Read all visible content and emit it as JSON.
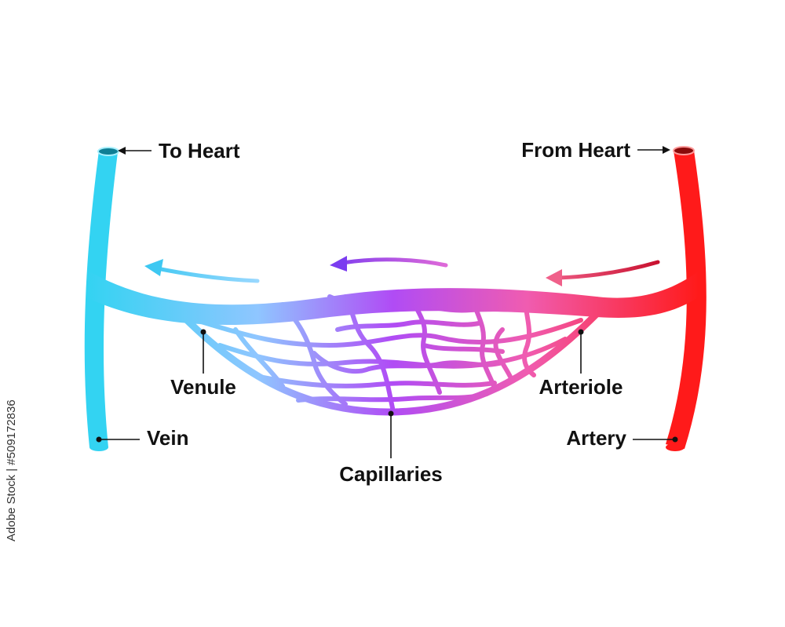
{
  "labels": {
    "to_heart": "To Heart",
    "from_heart": "From Heart",
    "venule": "Venule",
    "arteriole": "Arteriole",
    "vein": "Vein",
    "artery": "Artery",
    "capillaries": "Capillaries"
  },
  "stock_id": "Adobe Stock | #509172836",
  "colors": {
    "vein": "#33d3f2",
    "artery": "#ff1a1a",
    "capillary_mid": "#b04cf5",
    "capillary_left": "#8fc6ff",
    "capillary_right": "#f05cb0",
    "leader_line": "#111111"
  }
}
